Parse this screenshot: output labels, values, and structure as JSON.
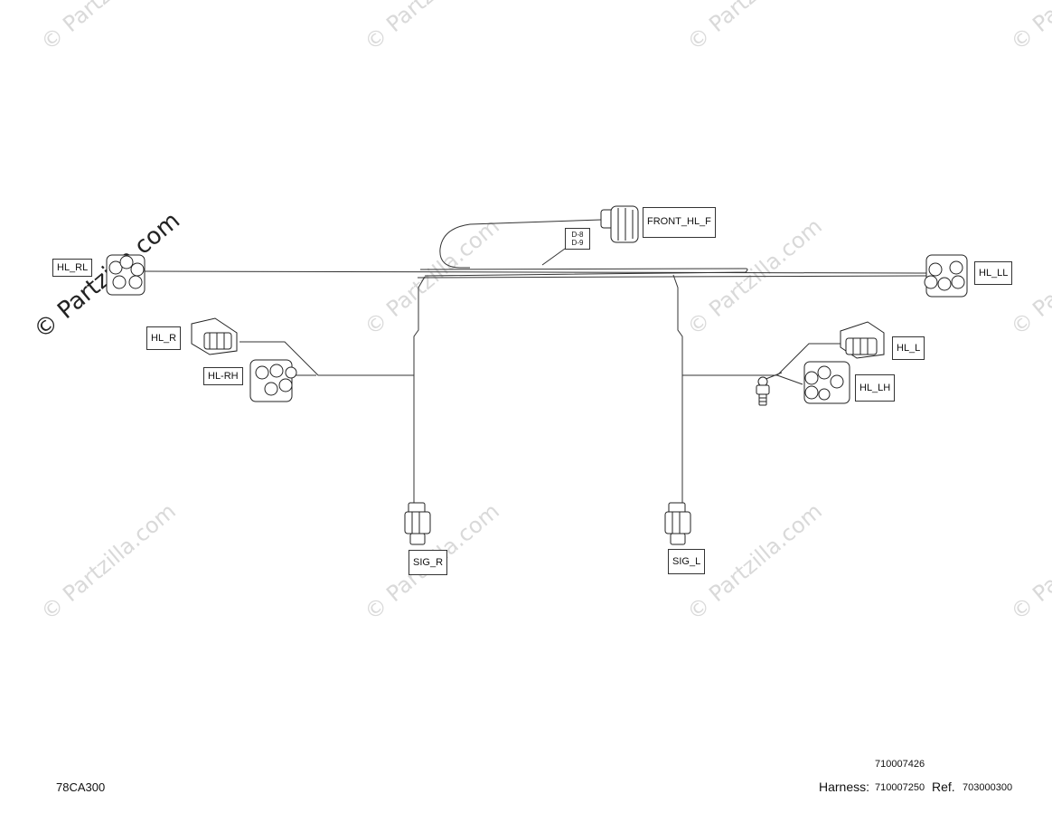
{
  "watermark": {
    "text": "© Partzilla.com",
    "side_text": "© Partzilla.com"
  },
  "labels": {
    "front_hl_f": "FRONT_HL_F",
    "splice_top": "D-8",
    "splice_bottom": "D-9",
    "hl_rl": "HL_RL",
    "hl_ll": "HL_LL",
    "hl_r": "HL_R",
    "hl_rh": "HL-RH",
    "hl_l": "HL_L",
    "hl_lh": "HL_LH",
    "sig_r": "SIG_R",
    "sig_l": "SIG_L"
  },
  "footer": {
    "diagram_code": "78CA300",
    "harness_label": "Harness:",
    "harness_part_top": "710007426",
    "harness_part_bottom": "710007250",
    "ref_label": "Ref.",
    "ref_value": "703000300"
  },
  "colors": {
    "line": "#333333",
    "watermark": "#d9d9d9"
  }
}
